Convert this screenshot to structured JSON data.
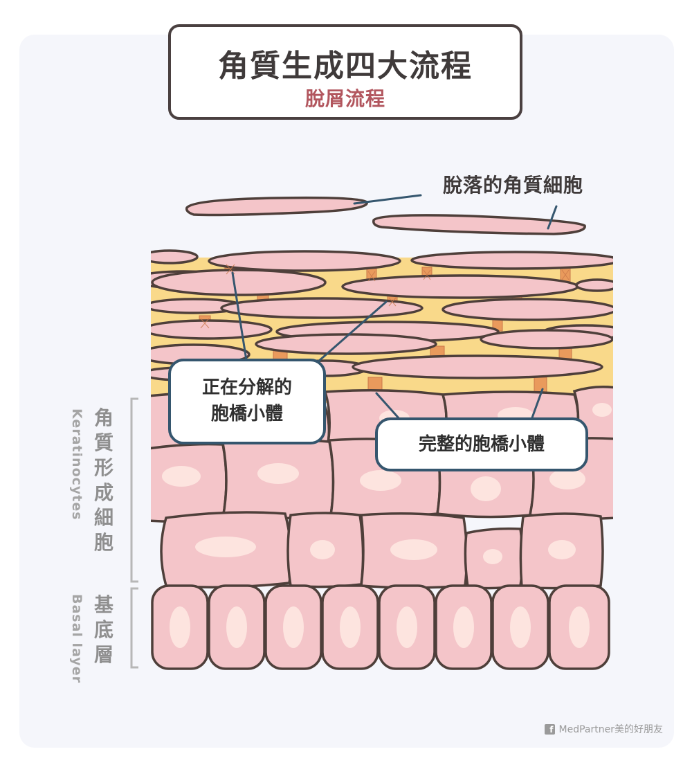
{
  "title": "角質生成四大流程",
  "subtitle": "脫屑流程",
  "labels": {
    "shedding_cells": "脫落的角質細胞",
    "breaking_desmosomes": [
      "正在分解的",
      "胞橋小體"
    ],
    "intact_desmosomes": "完整的胞橋小體",
    "keratinocytes_zh": [
      "角",
      "質",
      "形",
      "成",
      "細",
      "胞"
    ],
    "keratinocytes_en": "Keratinocytes",
    "basal_zh": [
      "基",
      "底",
      "層"
    ],
    "basal_en": "Basal layer"
  },
  "footer": {
    "icon": "facebook-icon",
    "text": "MedPartner美的好朋友"
  },
  "colors": {
    "cell_fill": "#f4c5c9",
    "cell_stroke": "#4e3f3a",
    "lipid": "#f9d98a",
    "desmosome": "#e99a5c",
    "callout_border": "#35566e",
    "subtitle": "#b2565e"
  }
}
